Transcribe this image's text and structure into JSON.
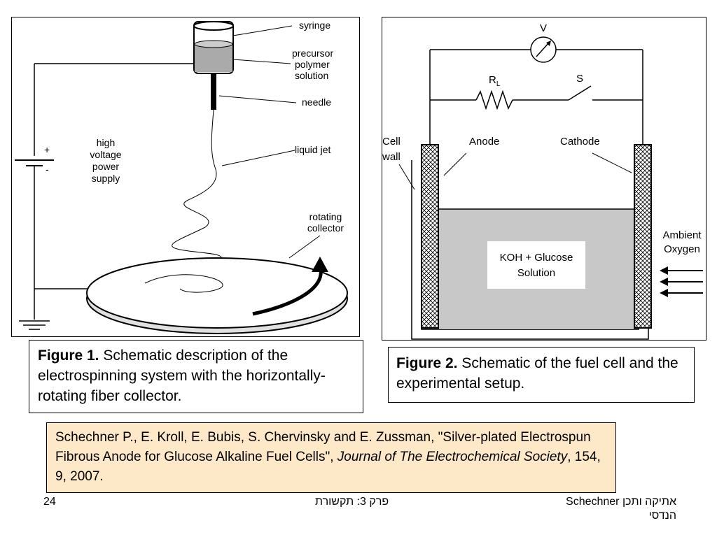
{
  "figure1": {
    "labels": {
      "syringe": "syringe",
      "precursor_1": "precursor",
      "precursor_2": "polymer",
      "precursor_3": "solution",
      "needle": "needle",
      "liquid_jet": "liquid jet",
      "power_1": "high",
      "power_2": "voltage",
      "power_3": "power",
      "power_4": "supply",
      "plus": "+",
      "minus": "-",
      "collector_1": "rotating",
      "collector_2": "collector"
    },
    "caption_bold": "Figure 1.",
    "caption_text": " Schematic description of the electrospinning system with the horizontally-rotating fiber collector."
  },
  "figure2": {
    "labels": {
      "voltmeter": "V",
      "resistor": "R",
      "resistor_sub": "L",
      "switch": "S",
      "cell_wall_1": "Cell",
      "cell_wall_2": "wall",
      "anode": "Anode",
      "cathode": "Cathode",
      "solution_1": "KOH + Glucose",
      "solution_2": "Solution",
      "ambient_1": "Ambient",
      "ambient_2": "Oxygen"
    },
    "caption_bold": "Figure 2.",
    "caption_text": " Schematic of the fuel cell and the experimental setup."
  },
  "reference": {
    "authors": "Schechner P., E. Kroll, E. Bubis, S. Chervinsky and E. Zussman, \"Silver-plated Electrospun Fibrous Anode for Glucose Alkaline Fuel Cells\", ",
    "journal": "Journal of The Electrochemical Society",
    "details": ", 154, 9, 2007."
  },
  "footer": {
    "page_number": "24",
    "chapter": "פרק 3: תקשורת",
    "author_line1": "Schechner  אתיקה ותכן",
    "author_line2": "הנדסי"
  },
  "colors": {
    "solution_fill": "#c8c8c8",
    "reference_bg": "#fde8c8"
  }
}
